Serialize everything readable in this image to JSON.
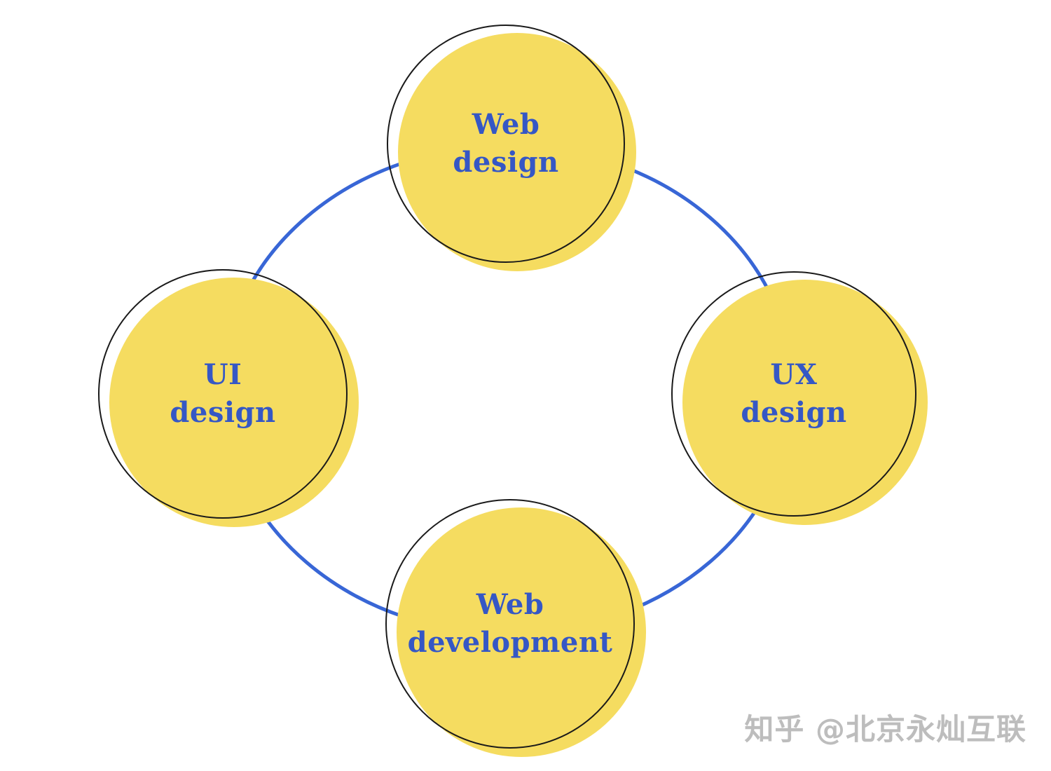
{
  "diagram": {
    "type": "cycle-diagram",
    "title": "",
    "nodes": [
      {
        "id": "web-design",
        "label": "Web\ndesign",
        "position": "top"
      },
      {
        "id": "ux-design",
        "label": "UX\ndesign",
        "position": "right"
      },
      {
        "id": "web-development",
        "label": "Web\ndevelopment",
        "position": "bottom"
      },
      {
        "id": "ui-design",
        "label": "UI\ndesign",
        "position": "left"
      }
    ],
    "colors": {
      "node_fill": "#F5DC60",
      "node_outline": "#1a1a1a",
      "label_text": "#3557C5",
      "ring_stroke": "#3866D6",
      "background": "#ffffff",
      "watermark_text": "#bdbdbd"
    }
  },
  "watermark": {
    "text": "知乎 @北京永灿互联"
  }
}
